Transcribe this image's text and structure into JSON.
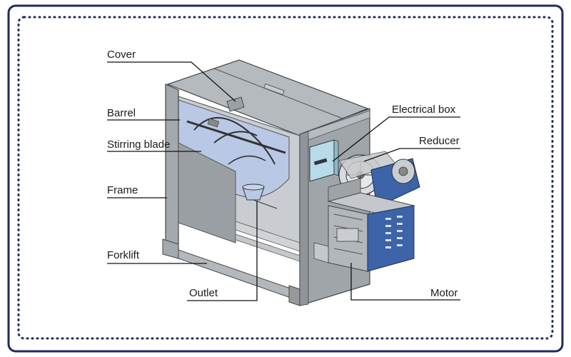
{
  "colors": {
    "frame_border": "#1f2a5c",
    "dotted_border": "#1f2a5c",
    "machine_panel": "#a9aeb4",
    "machine_dark": "#8c9197",
    "barrel_blue": "#b9c8e4",
    "electrical_box": "#b7dbe8",
    "motor_blue": "#3d63a8",
    "leader_line": "#111111"
  },
  "labels": {
    "cover": "Cover",
    "barrel": "Barrel",
    "stirring_blade": "Stirring blade",
    "frame": "Frame",
    "forklift": "Forklift",
    "outlet": "Outlet",
    "electrical_box": "Electrical box",
    "reducer": "Reducer",
    "motor": "Motor"
  }
}
